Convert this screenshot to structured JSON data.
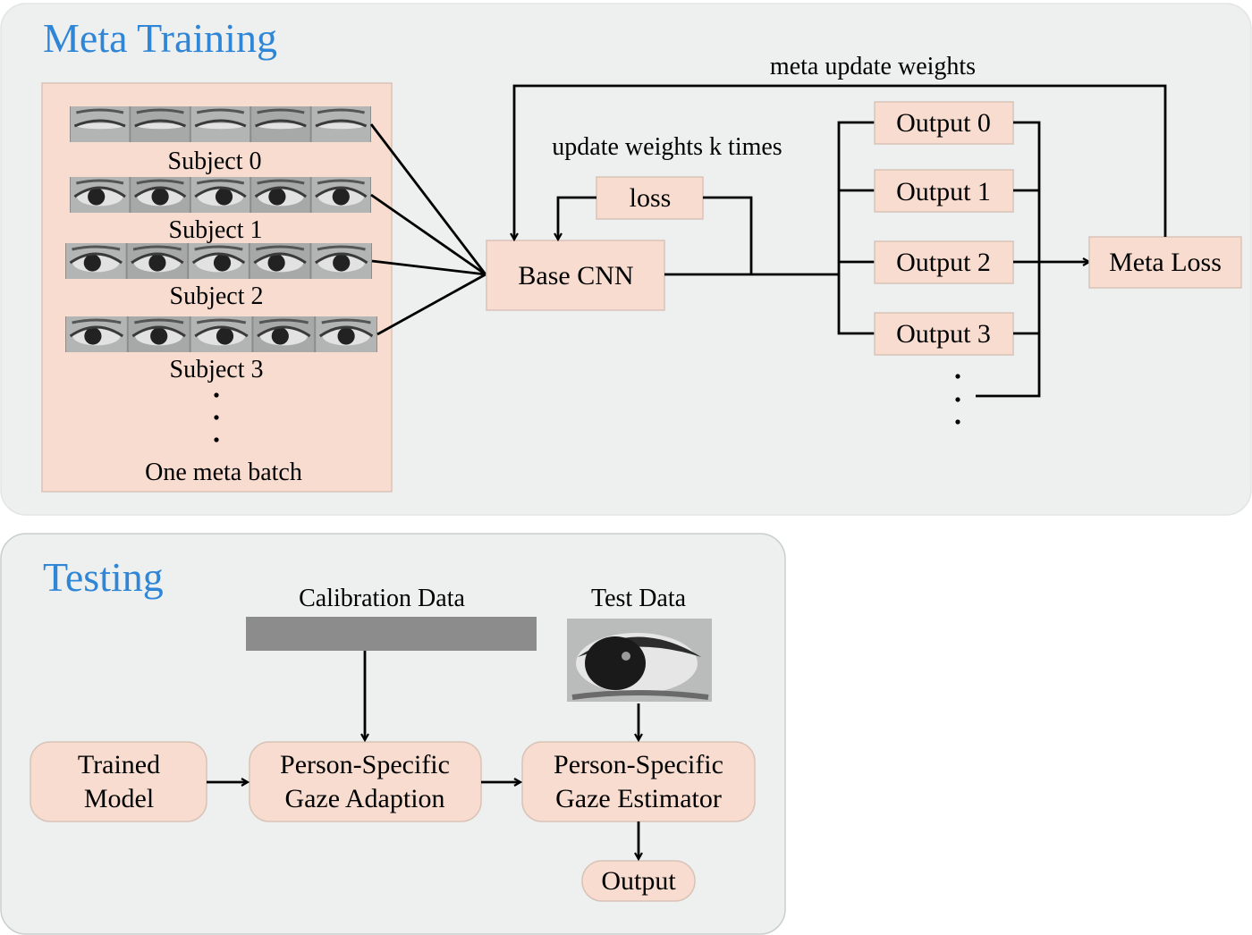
{
  "meta_training": {
    "title": "Meta Training",
    "meta_update_label": "meta update weights",
    "update_k_label": "update weights k times",
    "loss_label": "loss",
    "base_cnn_label": "Base CNN",
    "meta_loss_label": "Meta Loss",
    "batch_label": "One meta batch",
    "subjects": [
      "Subject 0",
      "Subject 1",
      "Subject 2",
      "Subject 3"
    ],
    "outputs": [
      "Output 0",
      "Output 1",
      "Output 2",
      "Output 3"
    ]
  },
  "testing": {
    "title": "Testing",
    "calibration_label": "Calibration Data",
    "test_data_label": "Test Data",
    "trained_model_lines": [
      "Trained",
      "Model"
    ],
    "adaption_lines": [
      "Person-Specific",
      "Gaze Adaption"
    ],
    "estimator_lines": [
      "Person-Specific",
      "Gaze Estimator"
    ],
    "output_label": "Output"
  },
  "colors": {
    "panel_bg": "#eef0ef",
    "panel_border": "#c9cdcb",
    "box_fill": "#f7dccf",
    "box_border": "#d9c3b8",
    "title_blue": "#2f86d6",
    "line": "#000000"
  }
}
